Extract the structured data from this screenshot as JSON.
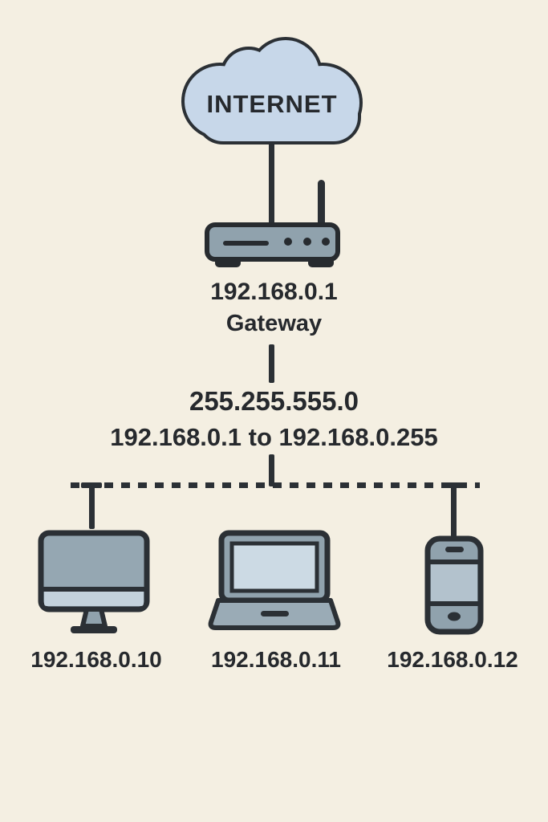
{
  "diagram": {
    "title_hint": "Home network diagram",
    "cloud_label": "INTERNET",
    "gateway": {
      "ip": "192.168.0.1",
      "label": "Gateway"
    },
    "subnet": {
      "mask": "255.255.555.0",
      "range": "192.168.0.1 to 192.168.0.255"
    },
    "devices": [
      {
        "type": "desktop",
        "ip": "192.168.0.10"
      },
      {
        "type": "laptop",
        "ip": "192.168.0.11"
      },
      {
        "type": "phone",
        "ip": "192.168.0.12"
      }
    ],
    "colors": {
      "background": "#f4efe2",
      "outline": "#2b3035",
      "cloud_fill": "#c7d7e9",
      "device_fill": "#90a2ad",
      "monitor_screen": "#95a7b2",
      "monitor_chin": "#c4d2dc",
      "laptop_screen": "#ccdae4",
      "phone_screen": "#b3c2cd",
      "text": "#26292d"
    }
  }
}
